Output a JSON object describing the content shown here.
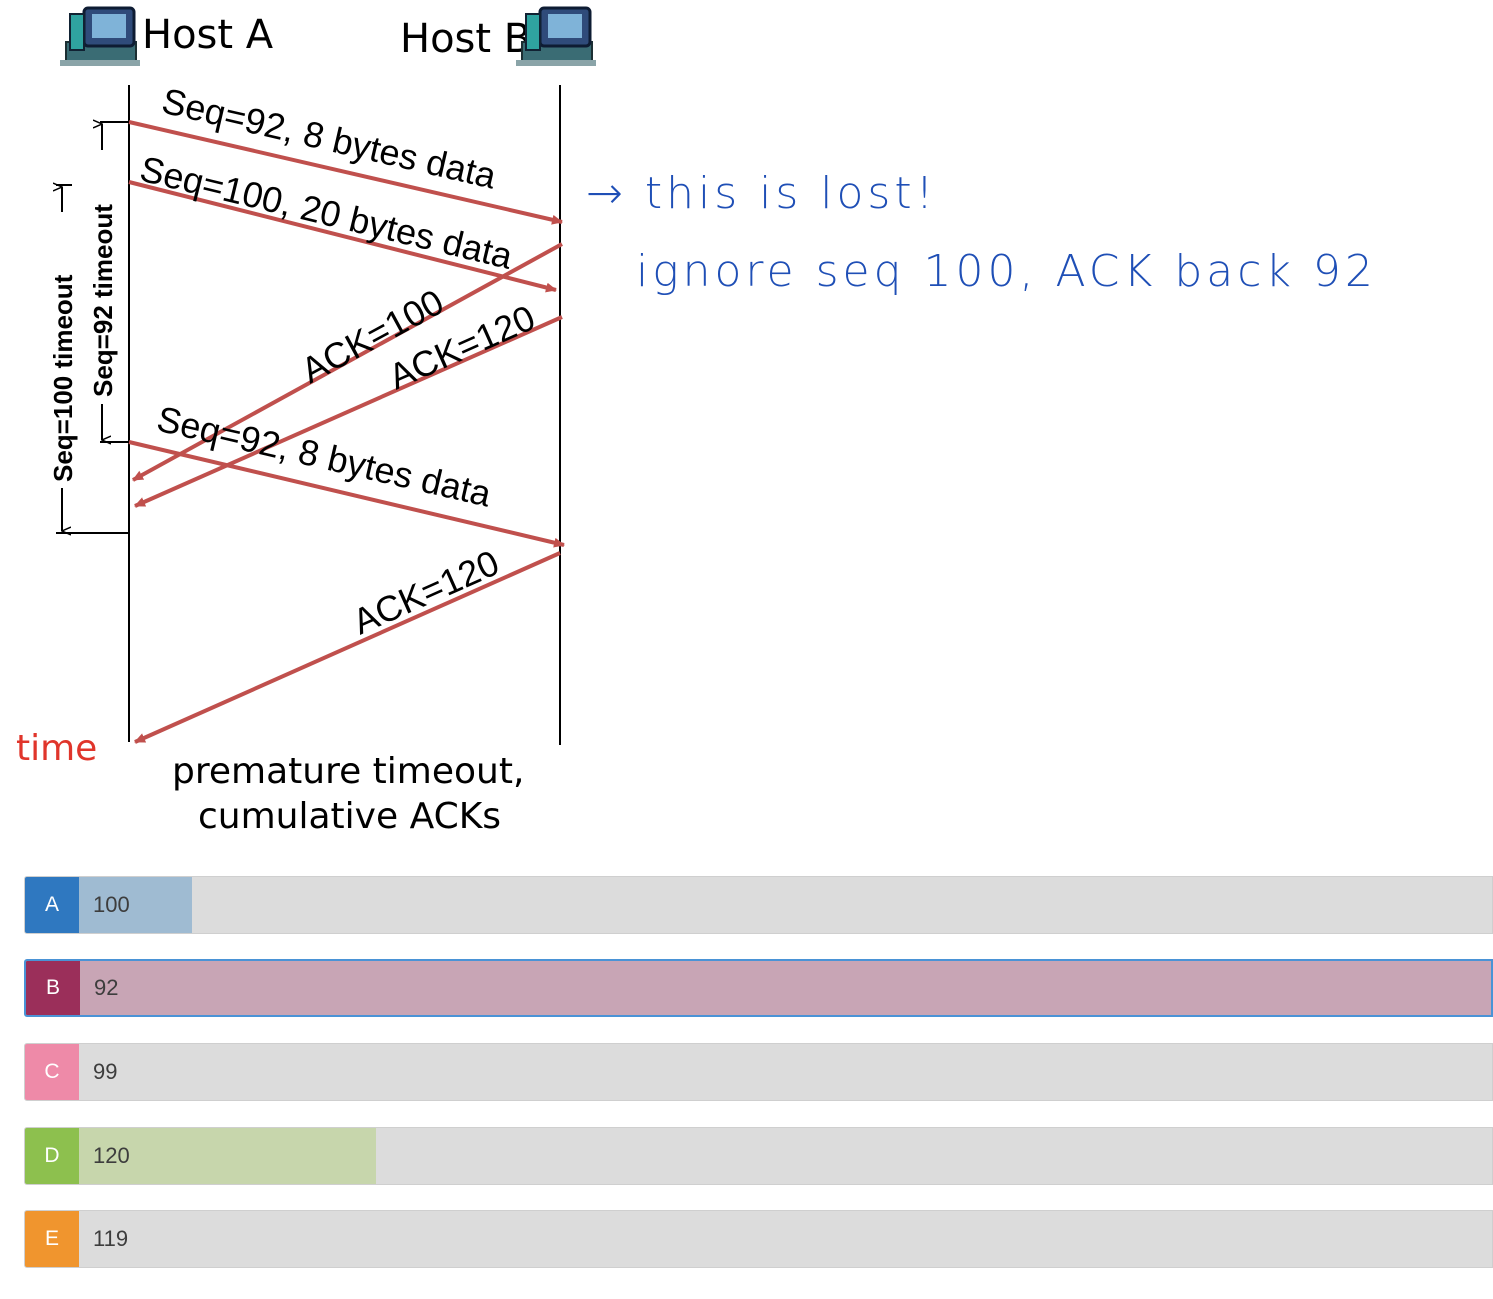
{
  "diagram": {
    "host_a": "Host A",
    "host_b": "Host B",
    "msg_seq92": "Seq=92, 8 bytes data",
    "msg_seq100": "Seq=100, 20 bytes data",
    "msg_ack100": "ACK=100",
    "msg_ack120_first": "ACK=120",
    "msg_seq92_retx": "Seq=92, 8 bytes data",
    "msg_ack120_final": "ACK=120",
    "timeout_seq92": "Seq=92 timeout",
    "timeout_seq100": "Seq=100 timeout",
    "time_label": "time",
    "caption_line1": "premature timeout,",
    "caption_line2": "cumulative ACKs",
    "arrow_color": "#c0504d",
    "time_color": "#e0352b"
  },
  "annotations": {
    "line1": "→ this  is lost!",
    "line2": "ignore   seq 100,  ACK  back  92",
    "ink_color": "#1f4fb6"
  },
  "poll": {
    "options": [
      {
        "letter": "A",
        "value": "100",
        "color": "#2f78c0",
        "fill_color": "#9fbbd2",
        "fill_fraction": 0.08
      },
      {
        "letter": "B",
        "value": "92",
        "color": "#9b2f5a",
        "fill_color": "#c8a5b5",
        "fill_fraction": 1.0,
        "selected": true
      },
      {
        "letter": "C",
        "value": "99",
        "color": "#ee8aa8",
        "fill_color": "#f0c3d1",
        "fill_fraction": 0.0
      },
      {
        "letter": "D",
        "value": "120",
        "color": "#8dc04e",
        "fill_color": "#c7d6ac",
        "fill_fraction": 0.21
      },
      {
        "letter": "E",
        "value": "119",
        "color": "#f0952e",
        "fill_color": "#f2cba1",
        "fill_fraction": 0.0
      }
    ]
  }
}
